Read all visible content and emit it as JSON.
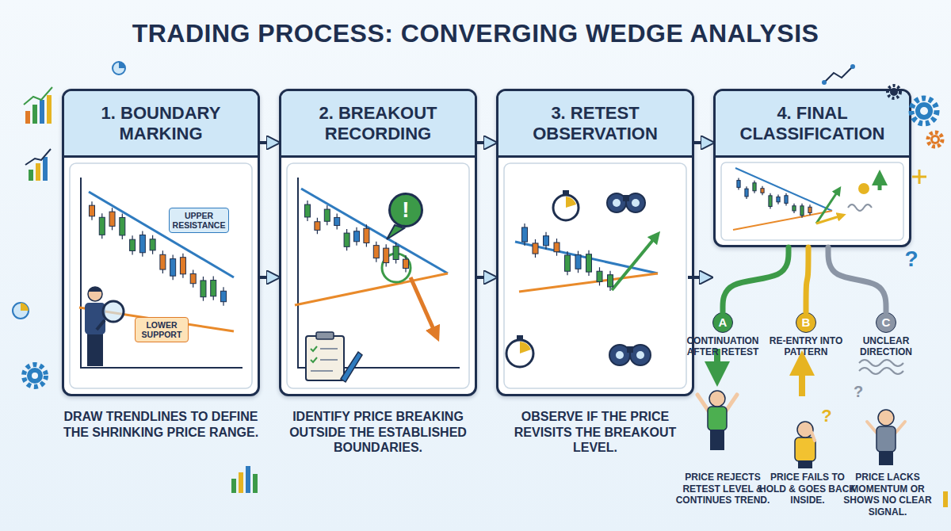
{
  "diagram": {
    "title": "TRADING PROCESS: CONVERGING WEDGE ANALYSIS",
    "nodes": [
      {
        "text": [
          "1. BOUNDARY MARKING"
        ]
      },
      {
        "text": [
          "UPPER RESISTANCE"
        ],
        "in": 0
      },
      {
        "text": [
          "LOWER SUPPORT"
        ],
        "in": 0
      },
      {
        "text": [
          "2. BREAKOUT RECORDING"
        ]
      },
      {
        "text": [
          "!"
        ],
        "in": 3
      },
      {
        "text": [
          "3. RETEST OBSERVATION"
        ]
      },
      {
        "text": [
          "4. FINAL CLASSIFICATION"
        ]
      },
      {
        "text": [
          "A",
          "CONTINUATION AFTER RETEST"
        ]
      },
      {
        "text": [
          "B",
          "RE-ENTRY INTO PATTERN"
        ]
      },
      {
        "text": [
          "C",
          "UNCLEAR DIRECTION"
        ]
      }
    ],
    "edges": [
      {
        "from": 0,
        "to": 3,
        "arrow": "to"
      },
      {
        "from": 0,
        "to": 3,
        "arrow": "to"
      },
      {
        "from": 3,
        "to": 5,
        "arrow": "to"
      },
      {
        "from": 3,
        "to": 5,
        "arrow": "to"
      },
      {
        "from": 5,
        "to": 6,
        "arrow": "to"
      },
      {
        "from": 6,
        "to": 7,
        "arrow": "none"
      },
      {
        "from": 6,
        "to": 8,
        "arrow": "none"
      },
      {
        "from": 6,
        "to": 9,
        "arrow": "none"
      }
    ],
    "labels": [
      "DRAW TRENDLINES TO DEFINE THE SHRINKING PRICE RANGE.",
      "IDENTIFY PRICE BREAKING OUTSIDE THE ESTABLISHED BOUNDARIES.",
      "OBSERVE IF THE PRICE REVISITS THE BREAKOUT LEVEL.",
      "PRICE REJECTS RETEST LEVEL & CONTINUES TREND.",
      "PRICE FAILS TO HOLD & GOES BACK INSIDE.",
      "PRICE LACKS MOMENTUM OR SHOWS NO CLEAR SIGNAL.",
      "?",
      "?",
      "?"
    ]
  }
}
